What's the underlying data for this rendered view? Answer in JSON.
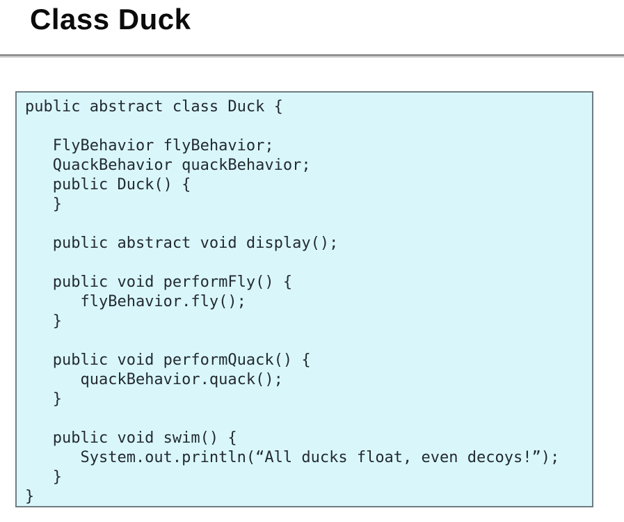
{
  "page": {
    "title": "Class Duck"
  },
  "colors": {
    "page_background": "#ffffff",
    "title_text": "#0b0b0b",
    "divider_top": "#848484",
    "divider_bottom": "#d4d4d4",
    "panel_background": "#d9f7fb",
    "panel_border": "#6e7c82",
    "code_text": "#232a31"
  },
  "code_panel": {
    "language": "java",
    "lines": [
      "public abstract class Duck {",
      "",
      "   FlyBehavior flyBehavior;",
      "   QuackBehavior quackBehavior;",
      "   public Duck() {",
      "   }",
      "",
      "   public abstract void display();",
      "",
      "   public void performFly() {",
      "      flyBehavior.fly();",
      "   }",
      "",
      "   public void performQuack() {",
      "      quackBehavior.quack();",
      "   }",
      "",
      "   public void swim() {",
      "      System.out.println(“All ducks float, even decoys!”);",
      "   }",
      "}"
    ]
  }
}
